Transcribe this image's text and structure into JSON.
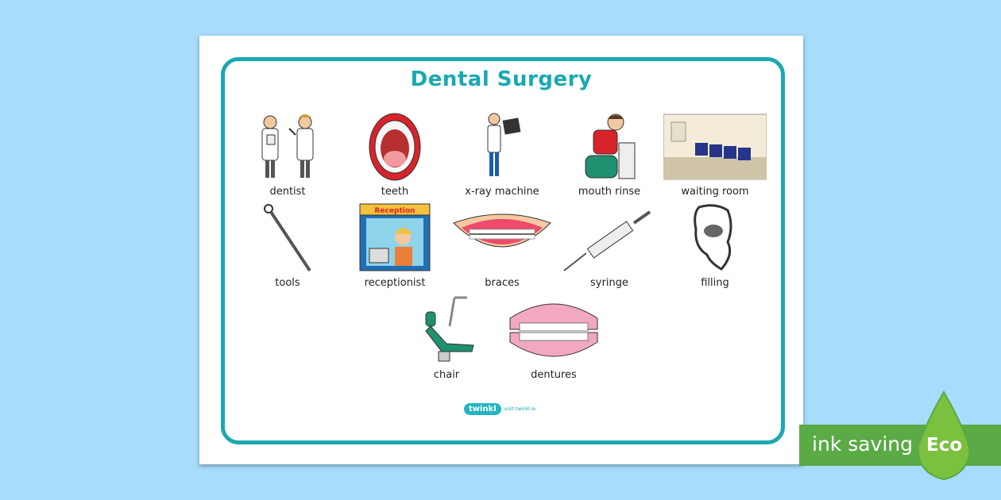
{
  "worksheet": {
    "title": "Dental Surgery",
    "items": [
      {
        "label": "dentist",
        "icon": "dentists-icon"
      },
      {
        "label": "teeth",
        "icon": "open-mouth-icon"
      },
      {
        "label": "x-ray machine",
        "icon": "xray-viewer-icon"
      },
      {
        "label": "mouth rinse",
        "icon": "mouth-rinse-icon"
      },
      {
        "label": "waiting room",
        "icon": "waiting-room-icon"
      },
      {
        "label": "tools",
        "icon": "dental-mirror-icon"
      },
      {
        "label": "receptionist",
        "icon": "receptionist-icon"
      },
      {
        "label": "braces",
        "icon": "braces-icon"
      },
      {
        "label": "syringe",
        "icon": "syringe-icon"
      },
      {
        "label": "filling",
        "icon": "filled-tooth-icon"
      },
      {
        "label": "chair",
        "icon": "dental-chair-icon"
      },
      {
        "label": "dentures",
        "icon": "dentures-icon"
      }
    ],
    "reception_sign": "Reception",
    "footer": {
      "logo": "twinkl",
      "url": "visit twinkl.ie"
    }
  },
  "badge": {
    "text": "ink saving",
    "eco": "Eco"
  },
  "colors": {
    "background": "#a7dcfb",
    "accent": "#1aa8b2",
    "badge": "#5aaa46"
  }
}
